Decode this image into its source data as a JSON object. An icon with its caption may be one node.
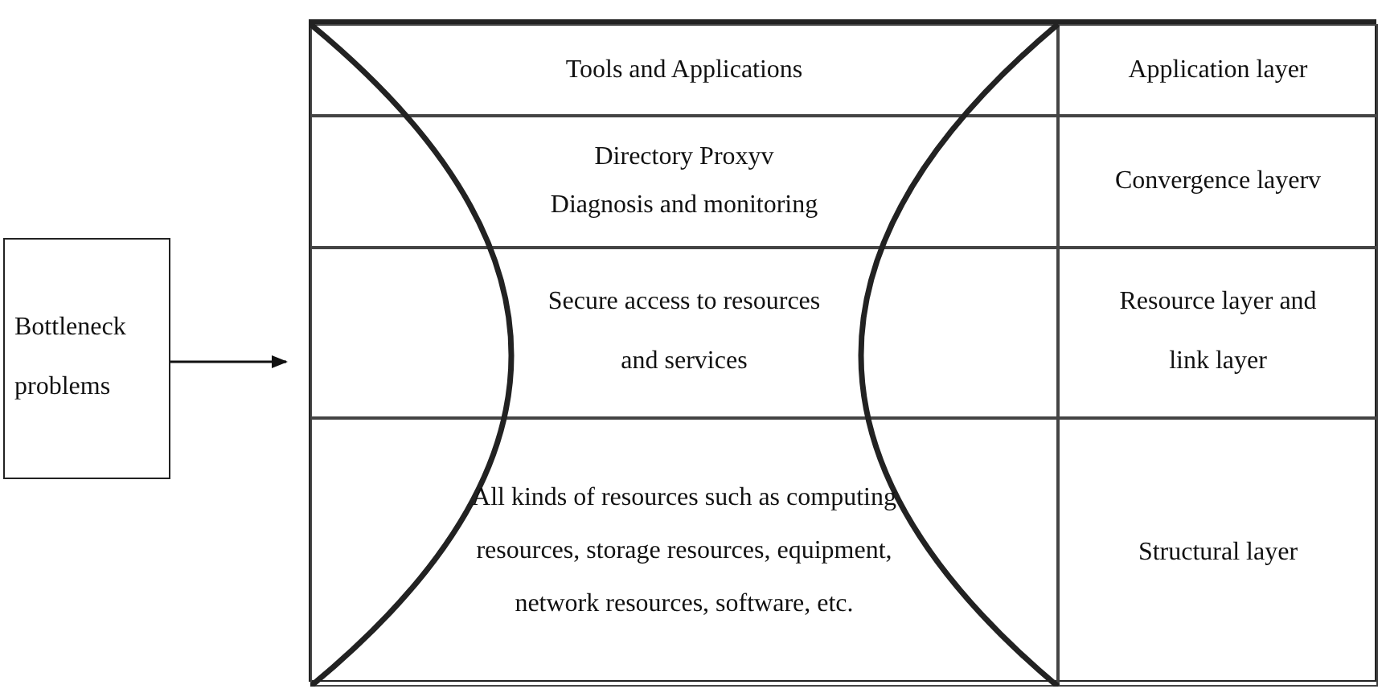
{
  "diagram": {
    "nodes": [
      {
        "text": [
          "Bottleneck problems"
        ]
      },
      {
        "text": [],
        "shape": "box"
      },
      {
        "text": [
          "Tools and Applications"
        ],
        "in": 1
      },
      {
        "text": [
          "Application layer"
        ],
        "in": 1
      },
      {
        "text": [
          "Directory Proxyv",
          "Diagnosis and monitoring"
        ],
        "in": 1
      },
      {
        "text": [
          "Convergence layerv"
        ],
        "in": 1
      },
      {
        "text": [
          "Secure access to resources and services"
        ],
        "in": 1
      },
      {
        "text": [
          "Resource layer and link layer"
        ],
        "in": 1
      },
      {
        "text": [
          "All kinds of resources such as computing resources, storage resources, equipment, network resources, software, etc."
        ],
        "in": 1
      },
      {
        "text": [
          "Structural layer"
        ],
        "in": 1
      }
    ],
    "edges": [
      {
        "from": 0,
        "to": 1,
        "arrow": "to"
      }
    ]
  }
}
